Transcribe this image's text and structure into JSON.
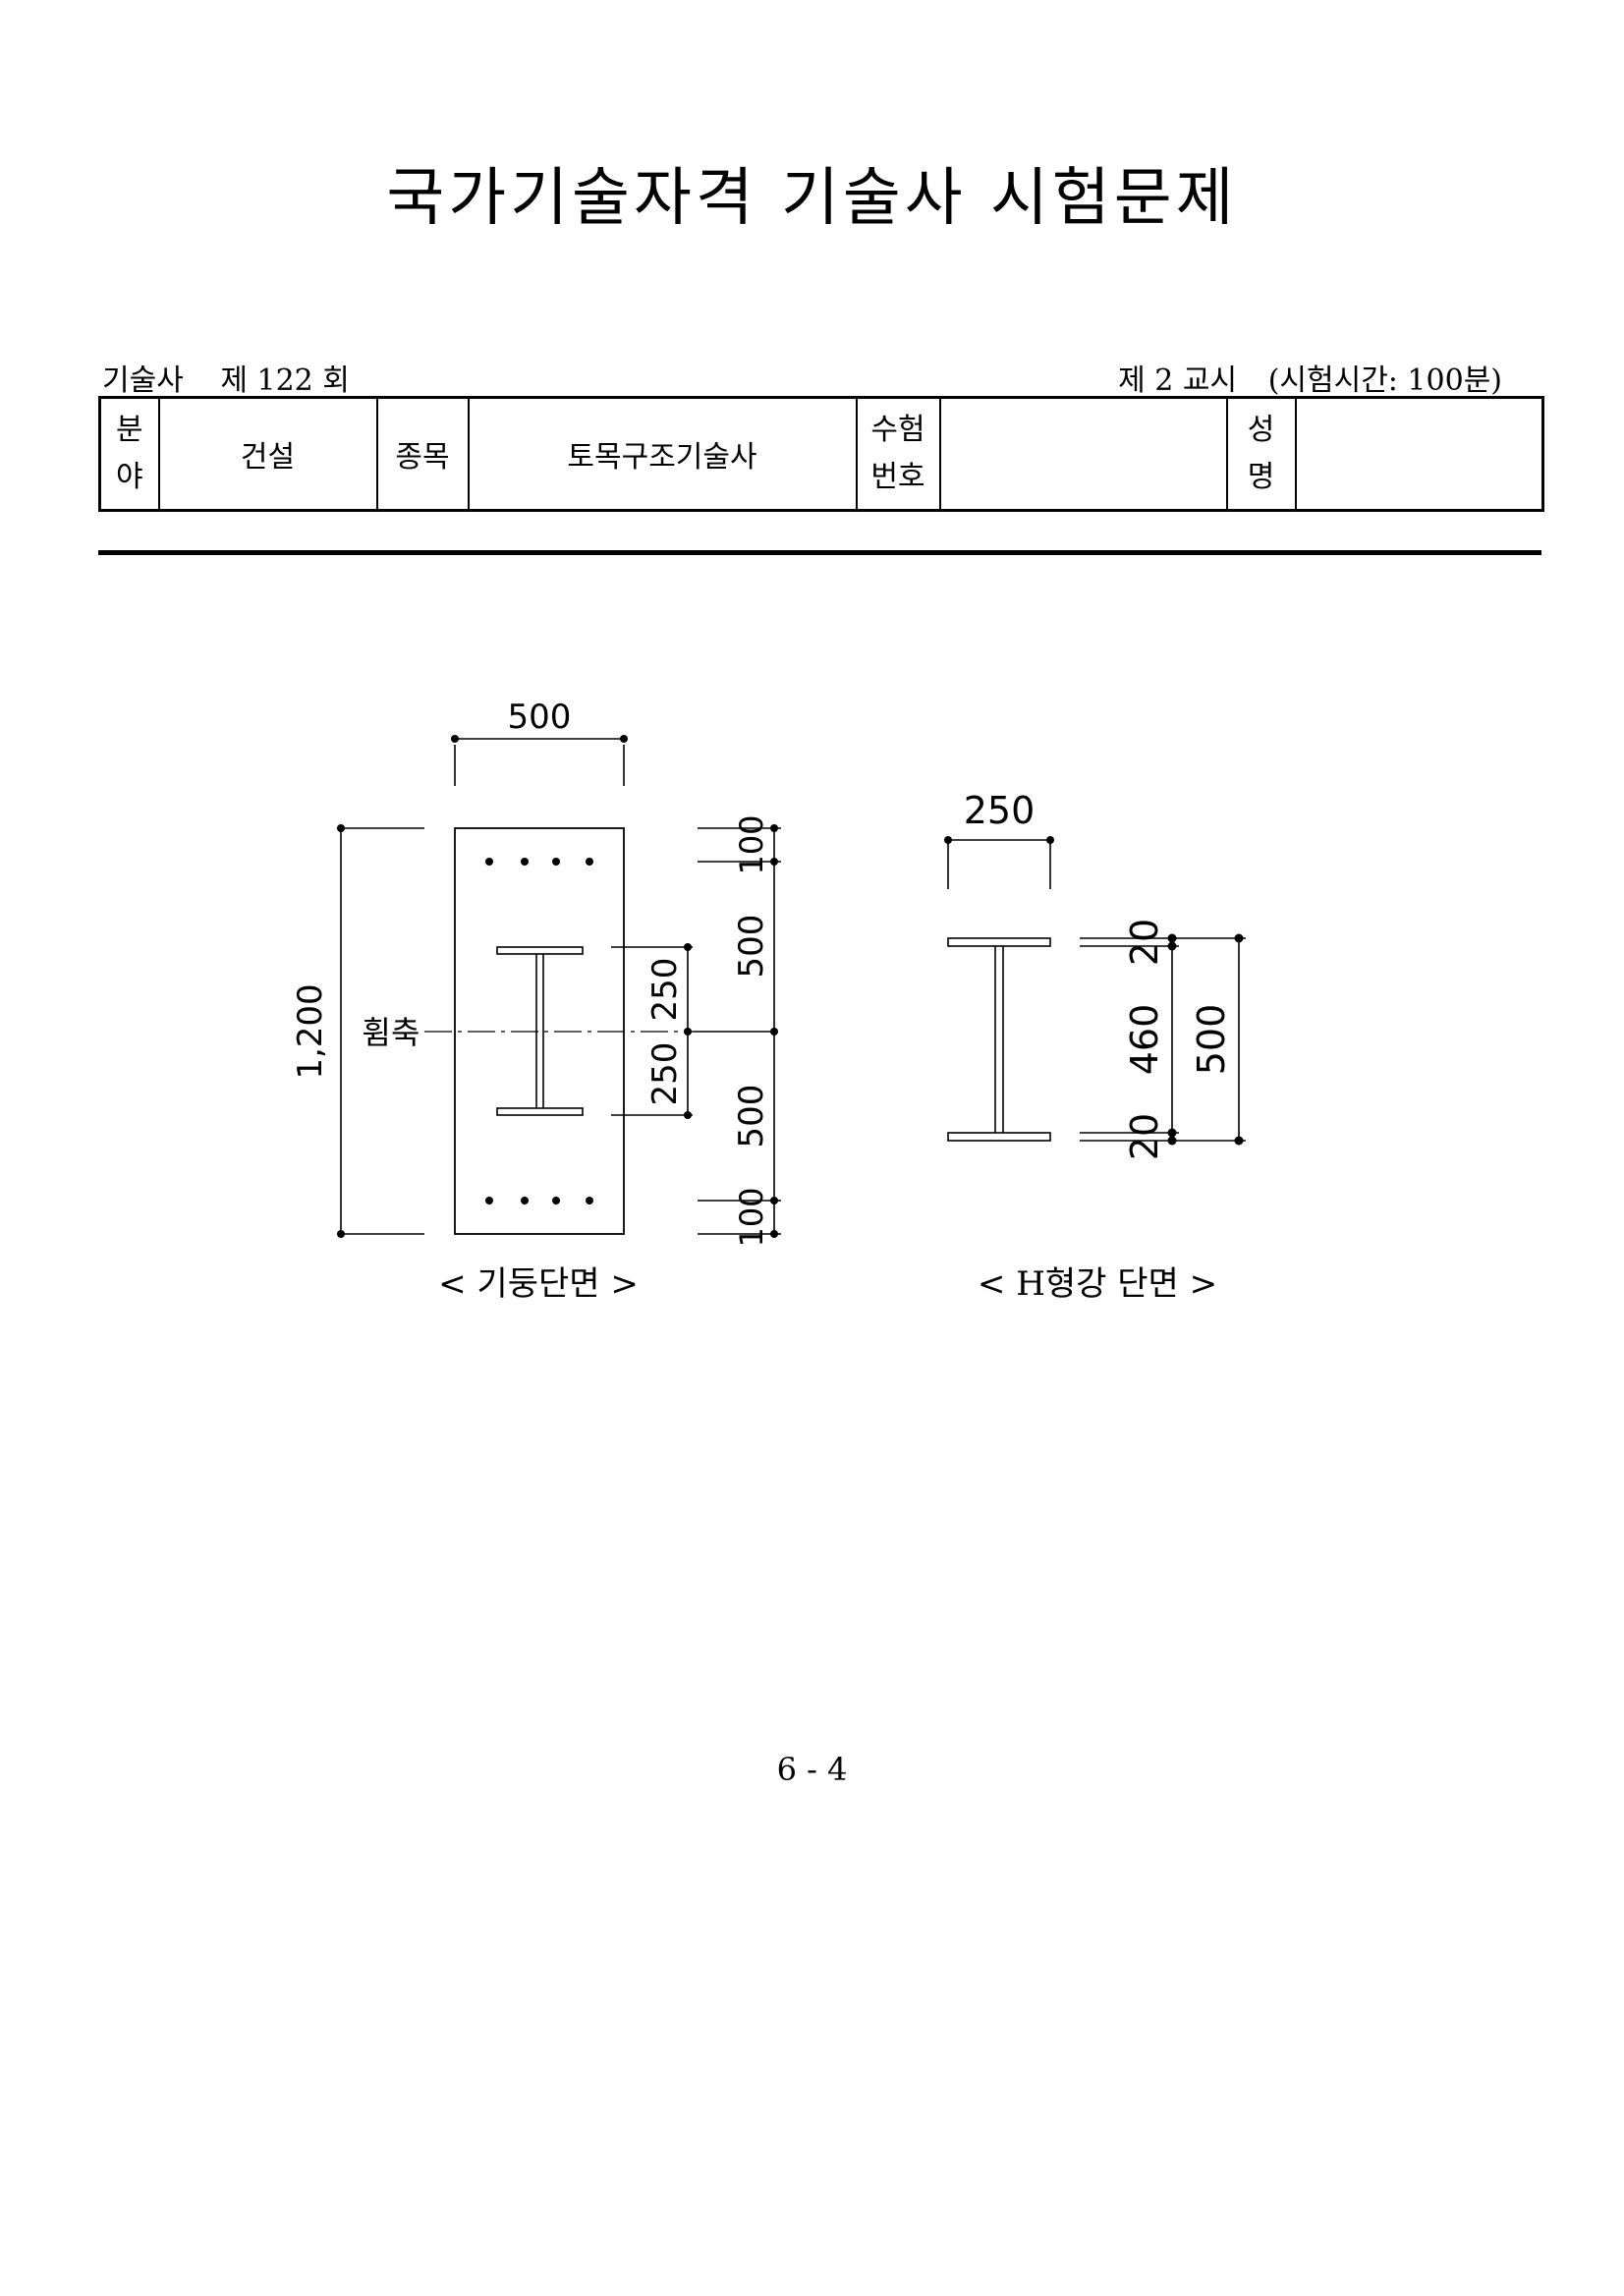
{
  "header": {
    "title": "국가기술자격 기술사 시험문제",
    "exam_type": "기술사",
    "session": "제 122 회",
    "period": "제 2 교시",
    "time": "(시험시간: 100분)"
  },
  "info_table": {
    "field_label": [
      "분",
      "야"
    ],
    "field_value": "건설",
    "category_label": "종목",
    "category_value": "토목구조기술사",
    "examno_label": [
      "수험",
      "번호"
    ],
    "examno_value": "",
    "name_label": [
      "성",
      "명"
    ],
    "name_value": ""
  },
  "figures": {
    "column": {
      "caption": "< 기둥단면 >",
      "width_dim": "500",
      "height_dim": "1,200",
      "axis_label": "휨축",
      "inner_dim_top": "250",
      "inner_dim_bottom": "250",
      "right_dims": [
        "100",
        "500",
        "500",
        "100"
      ]
    },
    "h_section": {
      "caption": "< H형강 단면 >",
      "flange_width_dim": "250",
      "flange_top_dim": "20",
      "web_dim": "460",
      "flange_bottom_dim": "20",
      "total_depth_dim": "500"
    }
  },
  "footer": {
    "page_number": "6 - 4"
  }
}
